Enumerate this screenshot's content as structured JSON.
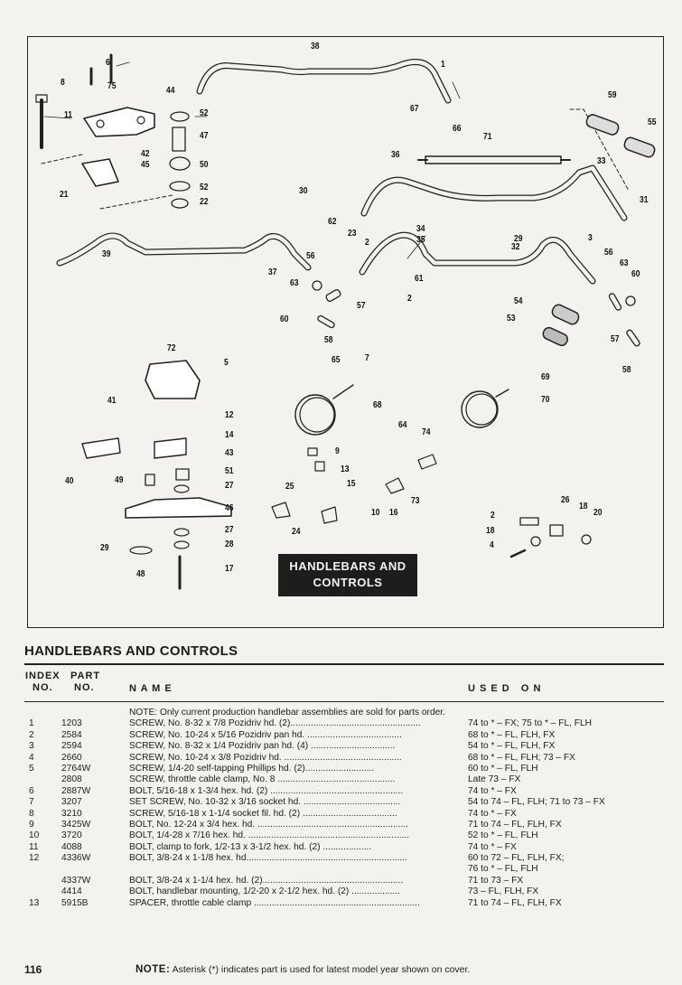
{
  "diagram": {
    "plate_line1": "HANDLEBARS AND",
    "plate_line2": "CONTROLS",
    "callouts": [
      "38",
      "1",
      "6",
      "8",
      "75",
      "44",
      "11",
      "52",
      "47",
      "50",
      "52",
      "22",
      "42",
      "45",
      "21",
      "67",
      "66",
      "71",
      "59",
      "55",
      "36",
      "33",
      "30",
      "31",
      "62",
      "23",
      "2",
      "34",
      "35",
      "29",
      "32",
      "3",
      "56",
      "63",
      "60",
      "39",
      "37",
      "56",
      "61",
      "63",
      "2",
      "57",
      "60",
      "58",
      "54",
      "53",
      "57",
      "58",
      "72",
      "5",
      "65",
      "7",
      "69",
      "68",
      "70",
      "41",
      "12",
      "14",
      "43",
      "64",
      "74",
      "40",
      "9",
      "13",
      "51",
      "15",
      "49",
      "27",
      "25",
      "73",
      "46",
      "10",
      "16",
      "26",
      "18",
      "20",
      "2",
      "18",
      "4",
      "24",
      "27",
      "28",
      "29",
      "17",
      "48"
    ]
  },
  "section_title": "HANDLEBARS AND CONTROLS",
  "columns": {
    "index_line1": "INDEX",
    "index_line2": "NO.",
    "part_line1": "PART",
    "part_line2": "NO.",
    "name": "N A M E",
    "used_on": "U S E D   O N"
  },
  "rows": [
    {
      "idx": "",
      "part": "",
      "name": "NOTE:  Only current production handlebar assemblies are sold for parts order.",
      "used": ""
    },
    {
      "idx": "1",
      "part": "1203",
      "name": "SCREW, No. 8-32 x 7/8 Pozidriv hd. (2)...................................................",
      "used": "74 to * – FX; 75 to * – FL, FLH"
    },
    {
      "idx": "2",
      "part": "2584",
      "name": "SCREW, No. 10-24 x 5/16 Pozidriv pan hd. .....................................",
      "used": "68 to * – FL, FLH, FX"
    },
    {
      "idx": "3",
      "part": "2594",
      "name": "SCREW, No. 8-32 x 1/4 Pozidriv pan hd. (4)  .................................",
      "used": "54 to * – FL, FLH, FX"
    },
    {
      "idx": "4",
      "part": "2660",
      "name": "SCREW, No. 10-24 x 3/8 Pozidriv hd. ..............................................",
      "used": "68 to * – FL, FLH; 73 – FX"
    },
    {
      "idx": "5",
      "part": "2764W",
      "name": "SCREW, 1/4-20 self-tapping Phillips hd. (2)...........................",
      "used": "60 to * – FL, FLH"
    },
    {
      "idx": "",
      "part": "2808",
      "name": "SCREW, throttle cable clamp, No. 8 ..............................................",
      "used": "Late 73 – FX"
    },
    {
      "idx": "6",
      "part": "2887W",
      "name": "BOLT, 5/16-18 x 1-3/4 hex. hd. (2) ....................................................",
      "used": "74 to * – FX"
    },
    {
      "idx": "7",
      "part": "3207",
      "name": "SET SCREW, No. 10-32 x 3/16 socket hd. ......................................",
      "used": "54 to 74 – FL, FLH; 71 to 73 – FX"
    },
    {
      "idx": "8",
      "part": "3210",
      "name": "SCREW, 5/16-18 x 1-1/4 socket fil. hd. (2) .....................................",
      "used": "74 to * – FX"
    },
    {
      "idx": "9",
      "part": "3425W",
      "name": "BOLT, No. 12-24 x 3/4 hex. hd. ...........................................................",
      "used": "71 to 74 – FL, FLH, FX"
    },
    {
      "idx": "10",
      "part": "3720",
      "name": "BOLT, 1/4-28 x 7/16 hex. hd. ...............................................................",
      "used": "52 to * – FL, FLH"
    },
    {
      "idx": "11",
      "part": "4088",
      "name": "BOLT, clamp to fork, 1/2-13 x 3-1/2 hex. hd. (2) ...................",
      "used": "74 to * – FX"
    },
    {
      "idx": "12",
      "part": "4336W",
      "name": "BOLT, 3/8-24 x 1-1/8 hex. hd...............................................................",
      "used": "60 to 72 – FL, FLH, FX;"
    },
    {
      "idx": "",
      "part": "",
      "name": "",
      "used": "76 to * – FL, FLH"
    },
    {
      "idx": "",
      "part": "4337W",
      "name": "BOLT, 3/8-24 x 1-1/4 hex. hd. (2).......................................................",
      "used": "71 to 73 – FX"
    },
    {
      "idx": "",
      "part": "4414",
      "name": "BOLT, handlebar mounting, 1/2-20 x 2-1/2 hex. hd. (2) ...................",
      "used": "73 – FL, FLH, FX"
    },
    {
      "idx": "13",
      "part": "5915B",
      "name": "SPACER, throttle cable clamp .................................................................",
      "used": "71 to 74 – FL, FLH, FX"
    }
  ],
  "page_number": "116",
  "footnote_label": "NOTE:",
  "footnote_text": " Asterisk (*) indicates part is used for latest model year shown on cover."
}
